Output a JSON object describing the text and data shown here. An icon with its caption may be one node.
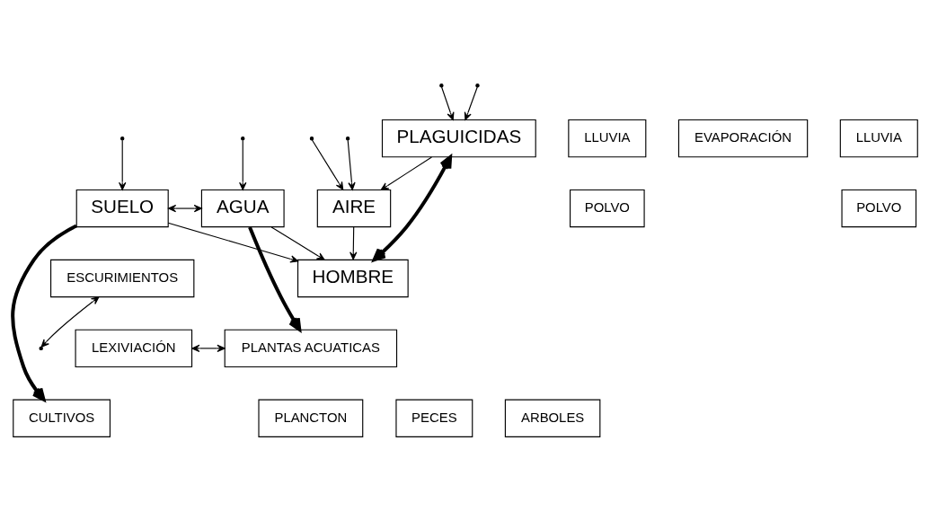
{
  "diagram": {
    "nodes": [
      {
        "text": [
          "PLAGUICIDAS"
        ]
      },
      {
        "text": [
          "LLUVIA"
        ]
      },
      {
        "text": [
          "POLVO"
        ]
      },
      {
        "text": [
          "AIRE"
        ]
      },
      {
        "text": [
          "EVAPORACIÓN"
        ]
      },
      {
        "text": [
          "LLUVIA"
        ]
      },
      {
        "text": [
          "POLVO"
        ]
      },
      {
        "text": [
          "HOMBRE"
        ]
      },
      {
        "text": [
          "SUELO"
        ]
      },
      {
        "text": [
          "AGUA"
        ]
      },
      {
        "text": [
          "ESCURIMIENTOS"
        ]
      },
      {
        "text": [
          "LEXIVIACIÓN"
        ]
      },
      {
        "text": [
          "PLANTAS ACUATICAS"
        ]
      },
      {
        "text": [
          "PLANCTON"
        ]
      },
      {
        "text": [
          "PECES"
        ]
      },
      {
        "text": [
          "CULTIVOS"
        ]
      },
      {
        "text": [
          "ARBOLES"
        ]
      }
    ],
    "edges": [
      {
        "from": null,
        "to": 0,
        "arrow": "to"
      },
      {
        "from": null,
        "to": 3,
        "arrow": "to"
      },
      {
        "from": null,
        "to": 8,
        "arrow": "to"
      },
      {
        "from": null,
        "to": 0,
        "arrow": "to"
      },
      {
        "from": null,
        "to": 3,
        "arrow": "to"
      },
      {
        "from": null,
        "to": 9,
        "arrow": "to"
      },
      {
        "from": 0,
        "to": 3,
        "arrow": "to"
      },
      {
        "from": 3,
        "to": 7,
        "arrow": "to"
      },
      {
        "from": 0,
        "to": 7,
        "arrow": "both",
        "style": "thick"
      },
      {
        "from": 8,
        "to": 7,
        "arrow": "to"
      },
      {
        "from": 9,
        "to": 7,
        "arrow": "to"
      },
      {
        "from": 8,
        "to": 9,
        "arrow": "both"
      },
      {
        "from": 10,
        "to": null,
        "arrow": "both"
      },
      {
        "from": 11,
        "to": 12,
        "arrow": "both"
      },
      {
        "from": 8,
        "to": 15,
        "arrow": "to",
        "style": "thick"
      },
      {
        "from": 9,
        "to": 12,
        "arrow": "to",
        "style": "thick"
      }
    ]
  }
}
